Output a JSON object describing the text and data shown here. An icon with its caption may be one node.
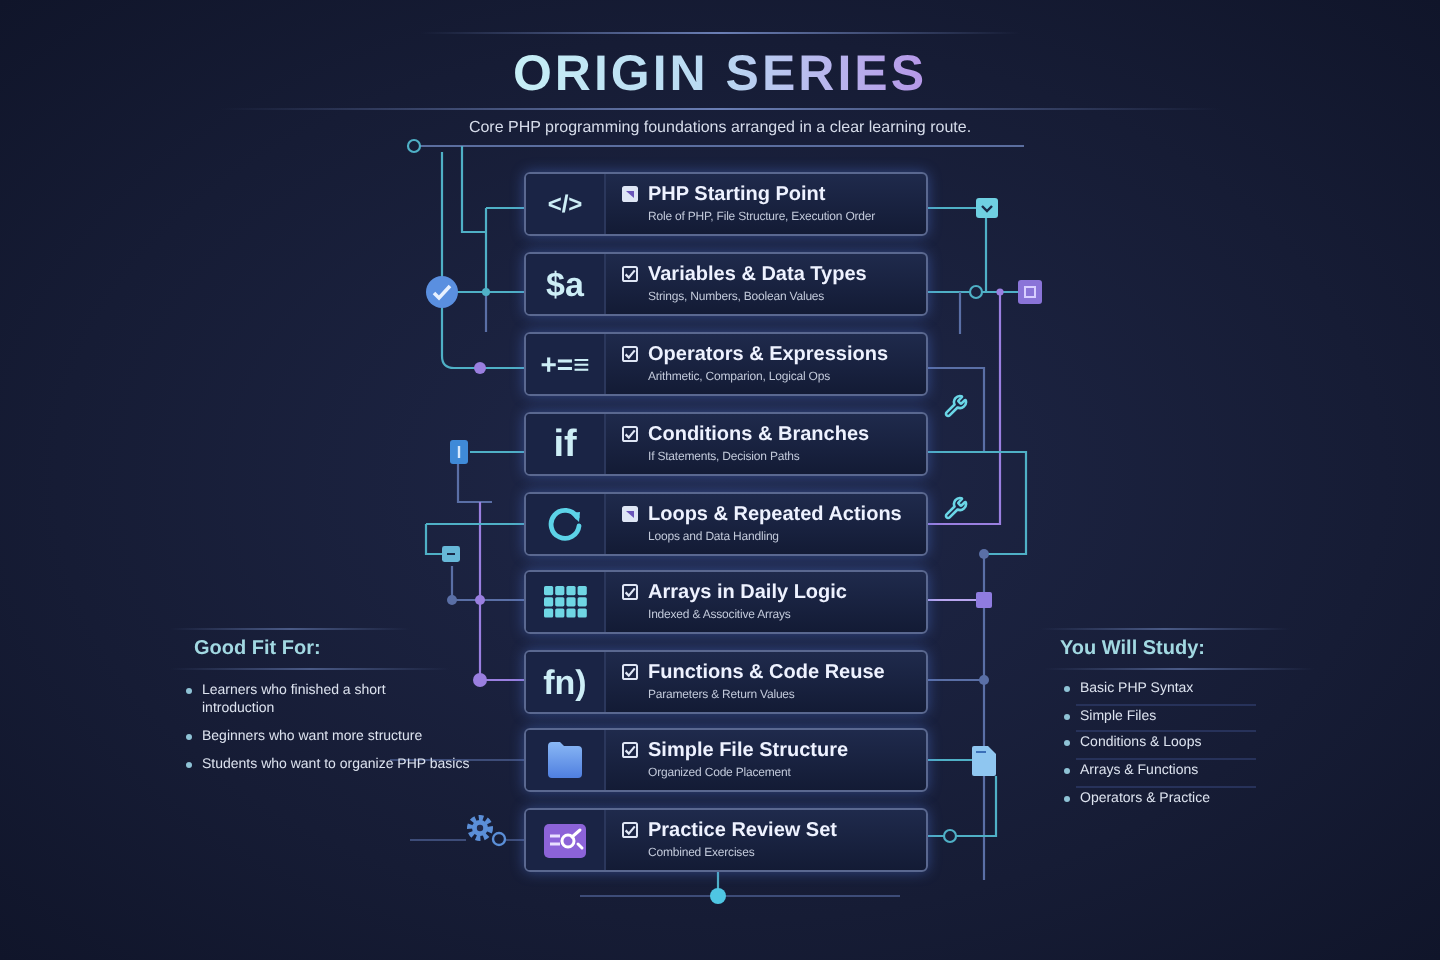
{
  "diagram": {
    "title": "ORIGIN SERIES",
    "nodes": [
      {
        "text": [
          "</>",
          "PHP Starting Point",
          "Role of PHP, File Structure, Execution Order"
        ]
      },
      {
        "text": [
          "$a",
          "Variables & Data Types",
          "Strings, Numbers, Boolean Values"
        ]
      },
      {
        "text": [
          "+=≡",
          "Operators & Expressions",
          "Arithmetic, Comparion, Logical Ops"
        ]
      },
      {
        "text": [
          "if",
          "Conditions & Branches",
          "If Statements, Decision Paths"
        ]
      },
      {
        "text": [
          "Loops & Repeated Actions",
          "Loops and Data Handling"
        ]
      },
      {
        "text": [
          "Arrays in Daily Logic",
          "Indexed & Associtive Arrays"
        ]
      },
      {
        "text": [
          "fn)",
          "Functions & Code Reuse",
          "Parameters & Return Values"
        ]
      },
      {
        "text": [
          "Simple File Structure",
          "Organized Code Placement"
        ]
      },
      {
        "text": [
          "Practice Review Set",
          "Combined Exercises"
        ]
      }
    ],
    "labels": [
      "Core PHP programming foundations arranged in a clear learning route.",
      "Good Fit For:",
      "Learners who finished a short introduction",
      "Beginners who want more structure",
      "Students who want to organize PHP basics",
      "You Will Study:",
      "Basic PHP Syntax",
      "Simple Files",
      "Conditions & Loops",
      "Arrays & Functions",
      "Operators & Practice"
    ]
  }
}
